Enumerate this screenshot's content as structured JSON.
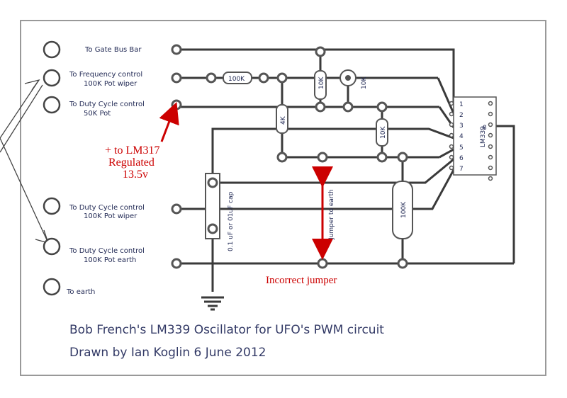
{
  "terminals": [
    {
      "line1": "To Gate Bus Bar",
      "line2": ""
    },
    {
      "line1": "To Frequency control",
      "line2": "100K Pot wiper"
    },
    {
      "line1": "To Duty Cycle control",
      "line2": "50K Pot"
    },
    {
      "line1": "To Duty Cycle control",
      "line2": "100K Pot wiper"
    },
    {
      "line1": "To Duty Cycle control",
      "line2": "100K Pot earth"
    },
    {
      "line1": "To earth",
      "line2": ""
    }
  ],
  "components": {
    "r_100k": "100K",
    "r_10k_a": "10K",
    "r_10k_b": "10K",
    "r_4k": "4K",
    "r_10k_c": "10K",
    "r_100k_b": "100K",
    "cap_label": "0.1 uF or 01uF cap",
    "ic_label": "LM339",
    "jumper_label": "Jumper to earth",
    "pins": [
      "1",
      "2",
      "3",
      "4",
      "5",
      "6",
      "7",
      "8"
    ]
  },
  "annotations": {
    "lm317_line1": "+ to LM317",
    "lm317_line2": "Regulated",
    "lm317_line3": "13.5v",
    "incorrect_jumper": "Incorrect jumper"
  },
  "caption": {
    "line1": "Bob French's LM339 Oscillator for UFO's PWM circuit",
    "line2": "Drawn by Ian Koglin   6 June 2012"
  },
  "colors": {
    "annotation": "#cc0000",
    "text": "#222a55",
    "board_border": "#999999"
  }
}
